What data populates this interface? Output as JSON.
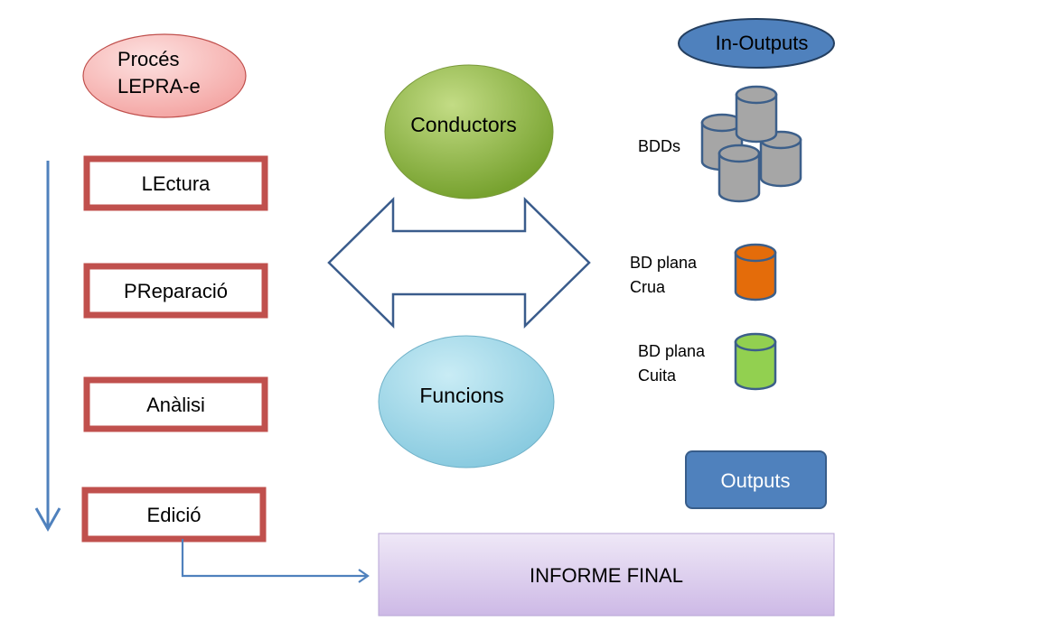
{
  "process": {
    "title_line1": "Procés",
    "title_line2": "LEPRA-e",
    "steps": [
      "LEctura",
      "PReparació",
      "Anàlisi",
      "Edició"
    ]
  },
  "center": {
    "top_ellipse": "Conductors",
    "bottom_ellipse": "Funcions"
  },
  "right": {
    "in_outputs": "In-Outputs",
    "bdds": "BDDs",
    "bd_crua": {
      "line1": "BD plana",
      "line2": "Crua"
    },
    "bd_cuita": {
      "line1": "BD plana",
      "line2": "Cuita"
    },
    "outputs": "Outputs"
  },
  "final_report": "INFORME FINAL",
  "colors": {
    "step_border": "#c0504d",
    "flow_arrow": "#4f81bd",
    "conductors": "#9bbb59",
    "funcions": "#93cddd",
    "process_ellipse": "#f4a7a5",
    "in_outputs": "#4f81bd",
    "bdds": "#a6a6a6",
    "bd_crua": "#e46c0a",
    "bd_cuita": "#92d050",
    "outputs": "#4f81bd",
    "informe": "#ddd0ee"
  }
}
